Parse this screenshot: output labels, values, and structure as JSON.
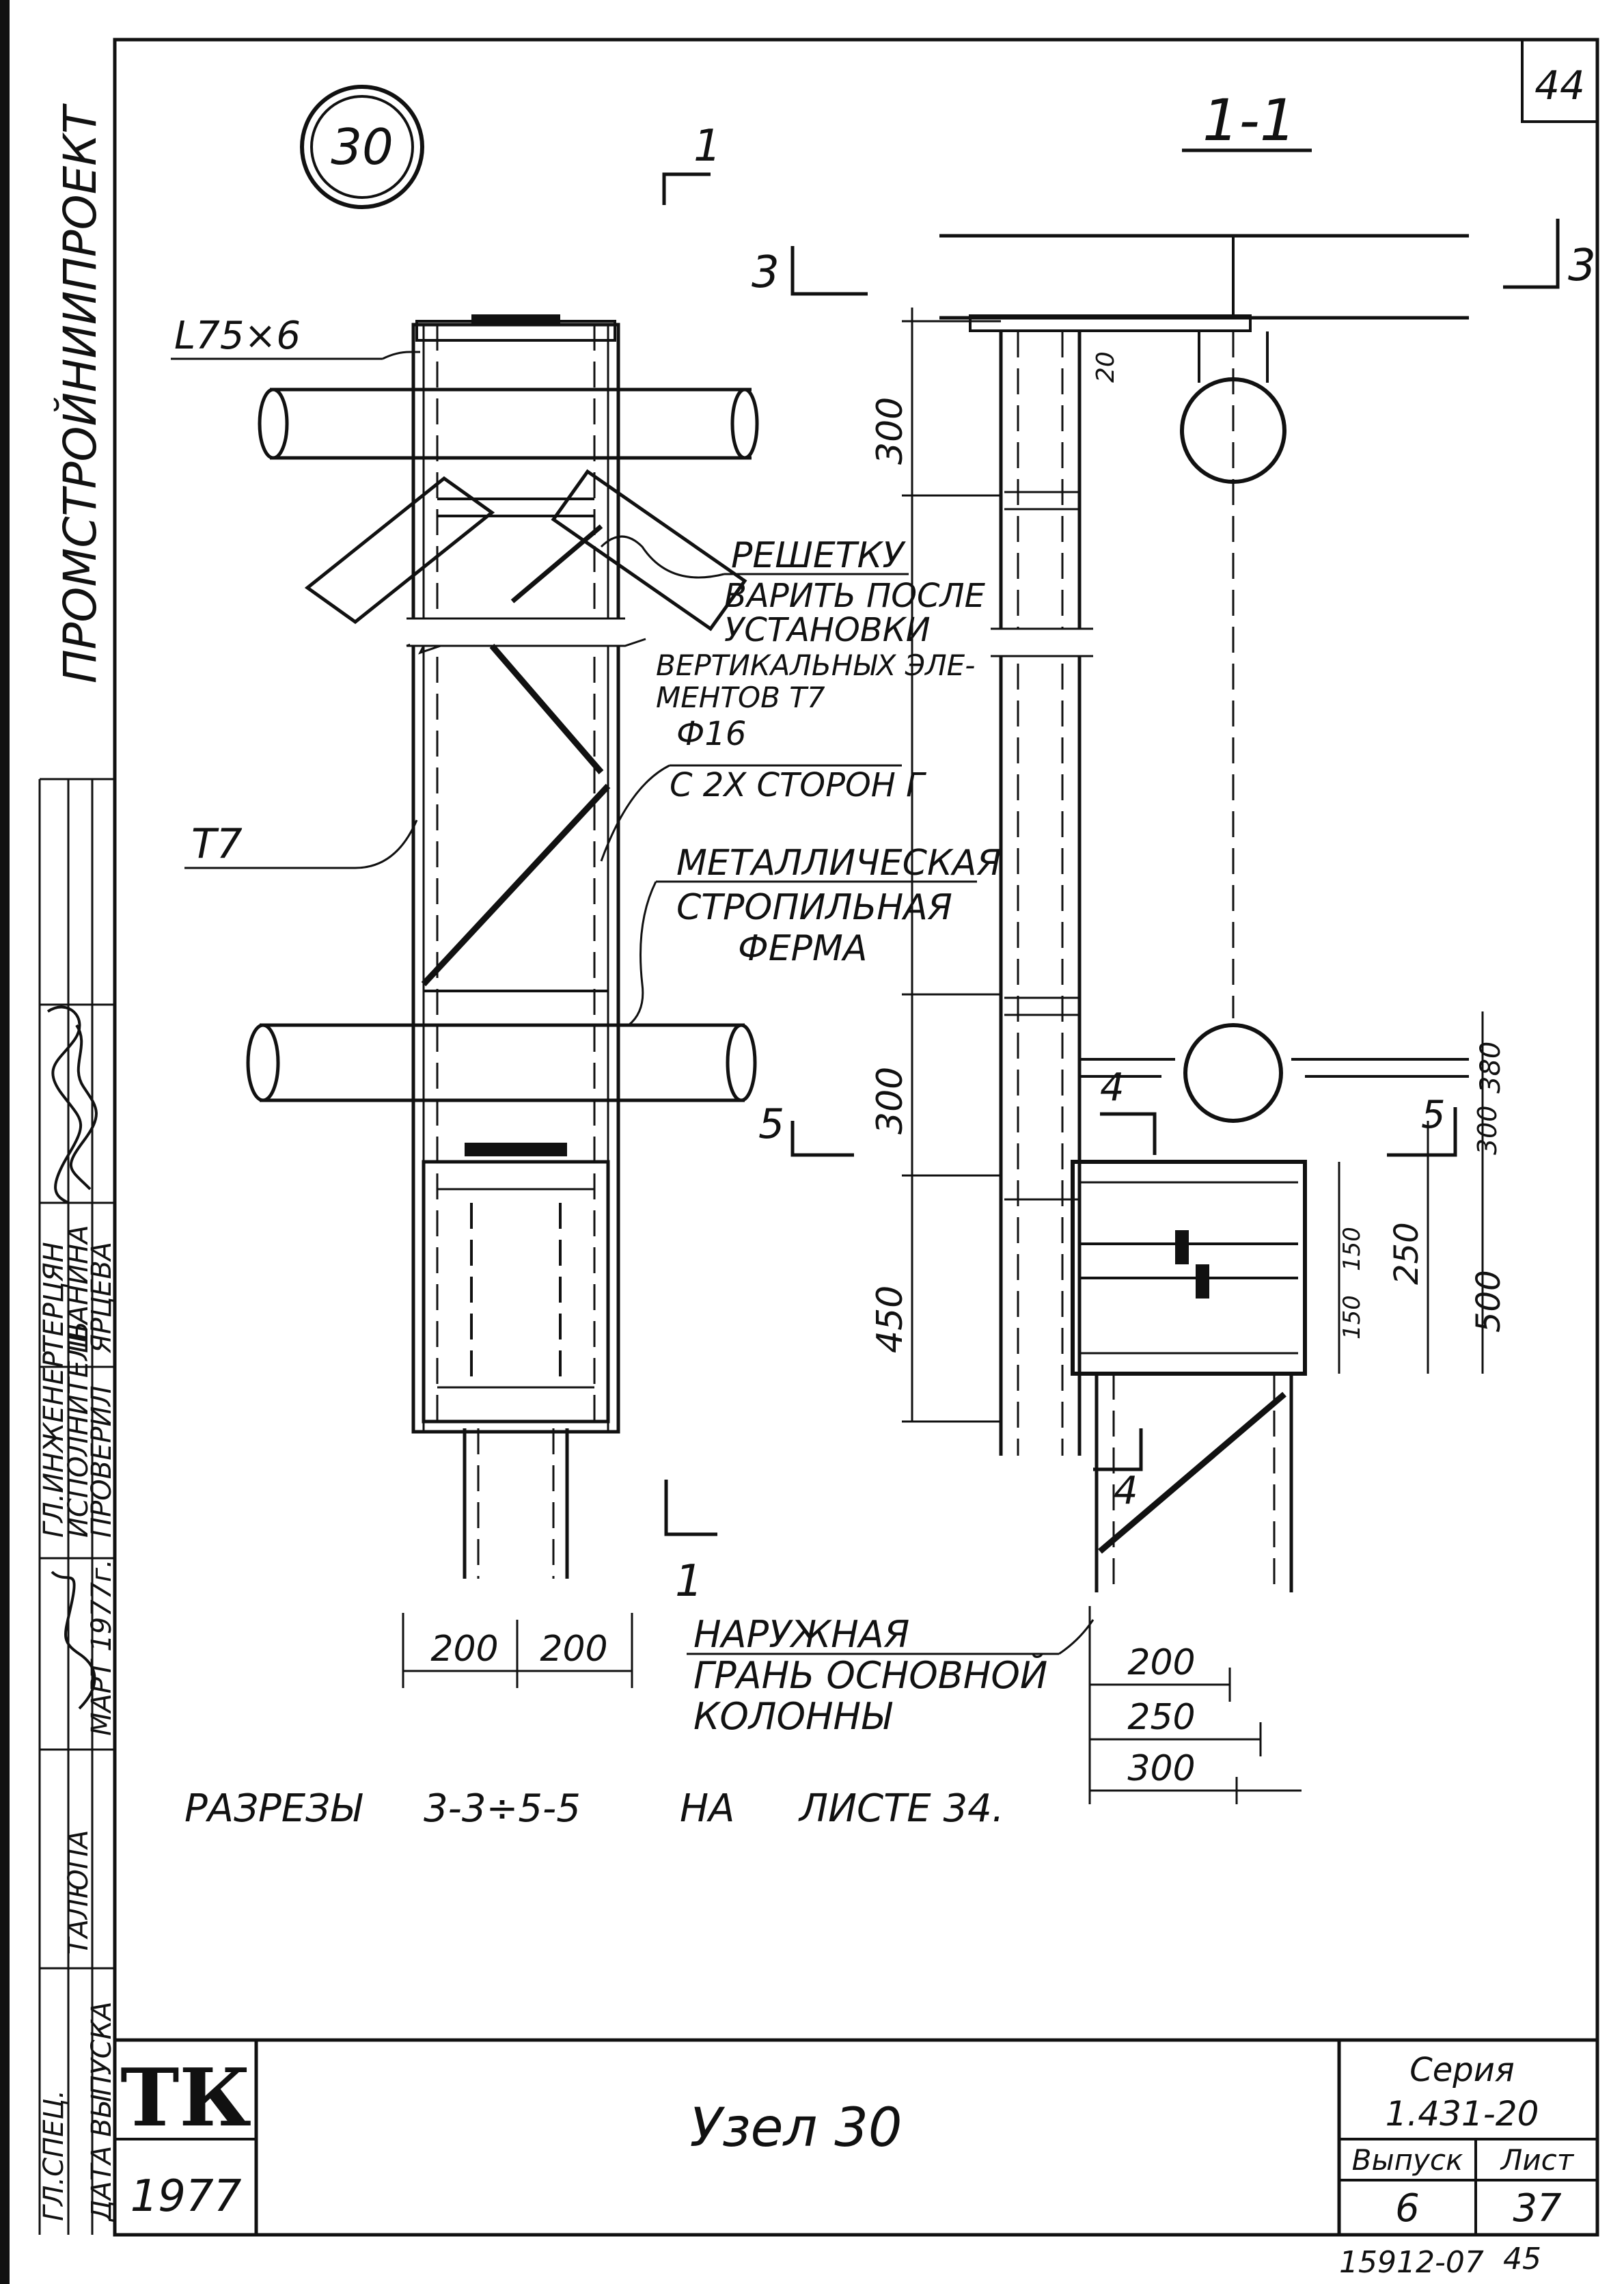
{
  "sheet_number": "44",
  "section": {
    "node_circle": "30",
    "section_title": "1-1",
    "cut_marks": {
      "cut_1_top": "1",
      "cut_1_bottom": "1",
      "cut_3_left": "3",
      "cut_3_right": "3",
      "cut_4_left": "4",
      "cut_4_bottom": "4",
      "cut_5_left": "5",
      "cut_5_right": "5"
    }
  },
  "labels": {
    "angle": "L75×6",
    "t7": "T7",
    "reshetka": [
      "РЕШЕТКУ",
      "ВАРИТЬ ПОСЛЕ",
      "УСТАНОВКИ",
      "ВЕРТИКАЛЬНЫХ ЭЛЕ-",
      "МЕНТОВ Т7"
    ],
    "diameter": "Ф16",
    "two_sides": "С 2Х СТОРОН Г",
    "ferma": [
      "МЕТАЛЛИЧЕСКАЯ",
      "СТРОПИЛЬНАЯ",
      "ФЕРМА"
    ],
    "outer_face": [
      "НАРУЖНАЯ",
      "ГРАНЬ ОСНОВНОЙ",
      "КОЛОННЫ"
    ],
    "sections_ref": {
      "prefix": "РАЗРЕЗЫ",
      "range": "3-3÷5-5",
      "on": "НА",
      "sheet": "ЛИСТЕ 34."
    }
  },
  "dimensions": {
    "left_bottom": [
      "200",
      "200"
    ],
    "right_vertical": [
      "300",
      "300",
      "450"
    ],
    "right_small": [
      "20"
    ],
    "detail_vertical": [
      "150",
      "150",
      "250",
      "500",
      "300",
      "380"
    ],
    "right_bottom": [
      "200",
      "250",
      "300"
    ]
  },
  "side_stamp": {
    "org": "ПРОМСТРОЙНИИПРОЕКТ",
    "rows": [
      {
        "role": "ГЛ.ИНЖЕНЕР",
        "name": "ТЕРЦЯН"
      },
      {
        "role": "ИСПОЛНИТЕЛЬ",
        "name": "ШАНИНА"
      },
      {
        "role": "ПРОВЕРИЛ",
        "name": "ЯРЦЕВА"
      },
      {
        "role": "ГЛ.СПЕЦ.",
        "name": "ТАЛЮПА"
      },
      {
        "role": "ДАТА ВЫПУСКА",
        "name": "МАРТ 1977г."
      }
    ]
  },
  "title_block": {
    "logo": "ТК",
    "year": "1977",
    "title": "Узел 30",
    "series_label": "Серия",
    "series_value": "1.431-20",
    "issue_label": "Выпуск",
    "sheet_label": "Лист",
    "issue_value": "6",
    "sheet_value": "37"
  },
  "footer": {
    "archive_no": "15912-07",
    "page": "45"
  }
}
